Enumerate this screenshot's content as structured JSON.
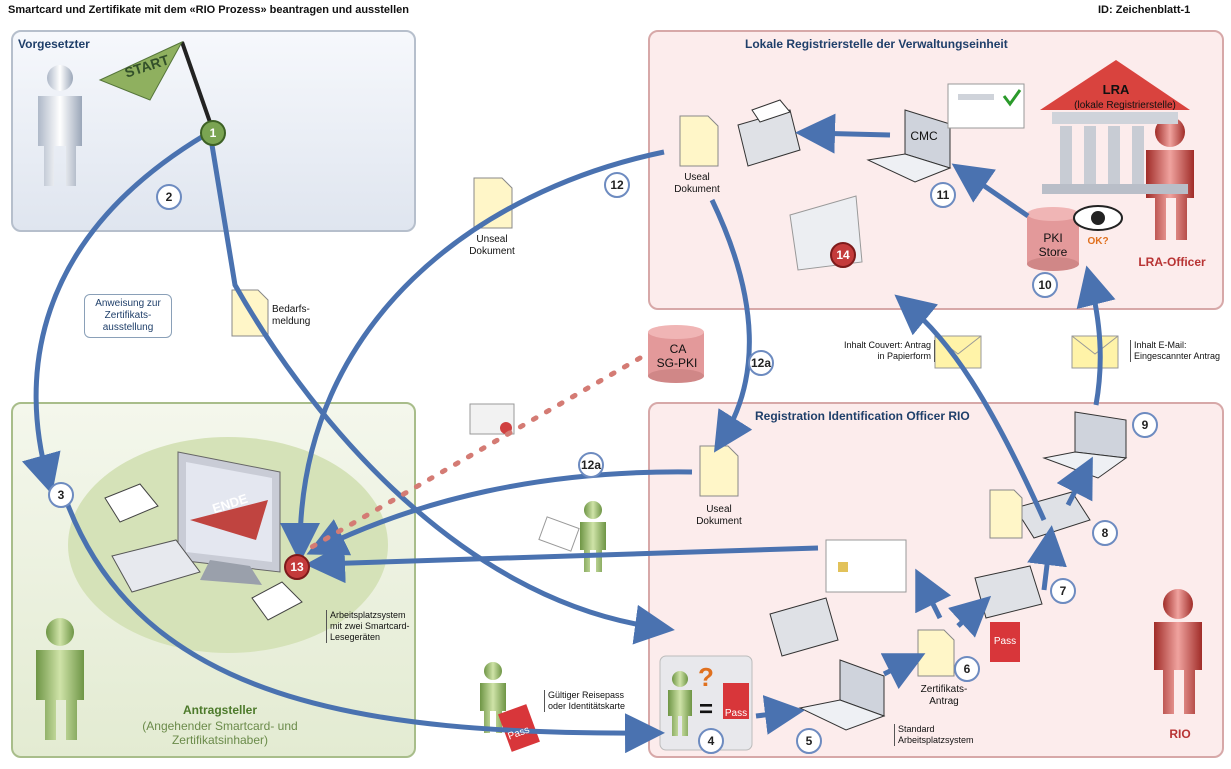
{
  "header": {
    "title": "Smartcard und Zertifikate mit dem «RIO Prozess» beantragen und ausstellen",
    "id_label": "ID: Zeichenblatt-1"
  },
  "panels": {
    "vorgesetzter": "Vorgesetzter",
    "lra_unit": "Lokale Registrierstelle der Verwaltungseinheit",
    "rio": "Registration Identification Officer RIO"
  },
  "labels": {
    "start": "START",
    "ende": "ENDE",
    "anweisung": "Anweisung zur Zertifikats-ausstellung",
    "bedarfs": "Bedarfs-meldung",
    "unseal": "Unseal Dokument",
    "useal_top": "Useal Dokument",
    "useal_mid": "Useal Dokument",
    "ca": "CA",
    "sgpki": "SG-PKI",
    "cmc": "CMC",
    "lra_title": "LRA",
    "lra_sub": "(lokale Registrierstelle)",
    "lra_officer": "LRA-Officer",
    "pki": "PKI",
    "store": "Store",
    "ok": "OK?",
    "inhalt_couvert": "Inhalt Couvert: Antrag in Papierform",
    "inhalt_email": "Inhalt E-Mail: Eingescannter Antrag",
    "arbeitsplatz": "Arbeitsplatzsystem mit zwei Smartcard-Lesegeräten",
    "reisepass": "Gültiger Reisepass oder Identitätskarte",
    "zert_antrag": "Zertifikats-Antrag",
    "standard": "Standard Arbeitsplatzsystem",
    "antragsteller": "Antragsteller",
    "antragsteller_sub": "(Angehender Smartcard- und Zertifikatsinhaber)",
    "rio": "RIO",
    "pass": "Pass",
    "question": "?",
    "equals": "="
  },
  "steps": [
    "1",
    "2",
    "3",
    "4",
    "5",
    "6",
    "7",
    "8",
    "9",
    "10",
    "11",
    "12",
    "12a",
    "12a",
    "13",
    "14"
  ],
  "colors": {
    "arrow": "#4a72b0",
    "vorgesetzter_bg": "#eef1f7",
    "lra_bg": "#fbeaea",
    "antrag_bg": "#eef3e3",
    "red_person": "#c0413c",
    "green_person": "#7fa651"
  }
}
